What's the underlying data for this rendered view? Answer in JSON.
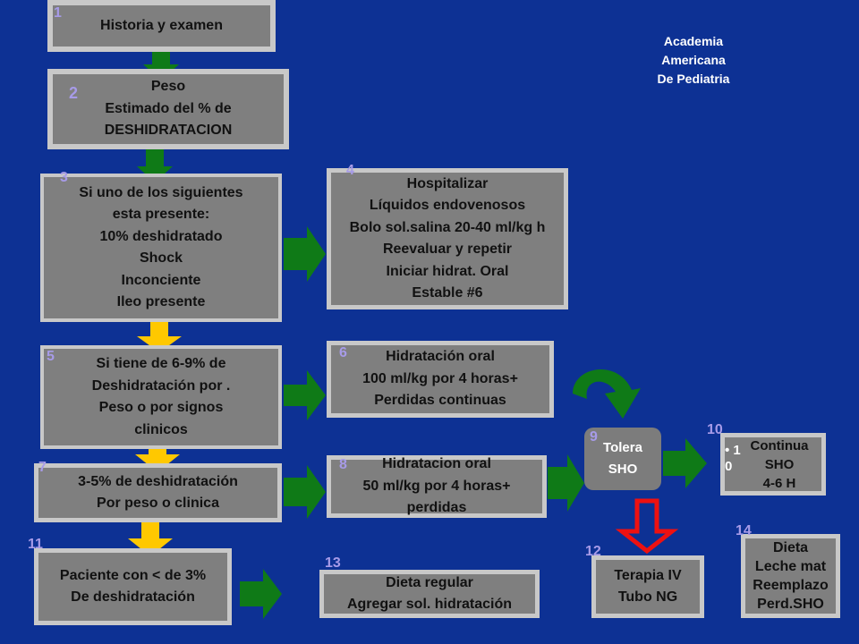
{
  "credit": [
    "Academia",
    "Americana",
    "De Pediatria"
  ],
  "boxes": {
    "historia": {
      "number": "1",
      "lines": [
        "Historia y examen"
      ]
    },
    "peso": {
      "number": "2",
      "lines": [
        "Peso",
        "Estimado del % de",
        "DESHIDRATACION"
      ]
    },
    "criterios": {
      "number": "3",
      "lines": [
        "Si uno de los siguientes",
        "esta presente:",
        "10% deshidratado",
        "Shock",
        "Inconciente",
        "Ileo presente"
      ]
    },
    "hospitalizar": {
      "number": "4",
      "lines": [
        "Hospitalizar",
        "Líquidos endovenosos",
        "Bolo sol.salina 20-40 ml/kg h",
        "Reevaluar y repetir",
        "Iniciar hidrat. Oral",
        "Estable  #6"
      ]
    },
    "moderada": {
      "number": "5",
      "lines": [
        "Si tiene de 6-9% de",
        "Deshidratación por .",
        "Peso o por signos",
        "clinicos"
      ]
    },
    "hidrat100": {
      "number": "6",
      "lines": [
        "Hidratación oral",
        "100 ml/kg por 4 horas+",
        "Perdidas continuas"
      ]
    },
    "leve": {
      "number": "7",
      "lines": [
        "3-5% de deshidratación",
        "Por peso o clinica"
      ]
    },
    "hidrat50": {
      "number": "8",
      "lines": [
        "Hidratacion oral",
        "50 ml/kg por 4 horas+",
        "perdidas"
      ]
    },
    "tolera": {
      "number": "9",
      "lines": [
        "Tolera",
        "SHO"
      ]
    },
    "continua": {
      "number": "10",
      "lines": [
        "Continua",
        "SHO",
        "4-6 H"
      ],
      "bullet": "• 1",
      "bullet2": "0"
    },
    "minima": {
      "number": "11",
      "lines": [
        "Paciente con < de 3%",
        "De deshidratación"
      ]
    },
    "terapia": {
      "number": "12",
      "lines": [
        "Terapia IV",
        "Tubo NG"
      ]
    },
    "dieta_reg": {
      "number": "13",
      "lines": [
        "Dieta regular",
        "Agregar sol. hidratación"
      ]
    },
    "dieta": {
      "number": "14",
      "lines": [
        "Dieta",
        "Leche mat",
        "Reemplazo",
        "Perd.SHO"
      ]
    }
  },
  "colors": {
    "background": "#0d3194",
    "box_fill": "#7f7f7f",
    "box_border": "#c8c8c8",
    "number_text": "#a79be8",
    "arrow_green": "#0f7a17",
    "arrow_yellow": "#ffc800",
    "arrow_red": "#ee1111"
  }
}
